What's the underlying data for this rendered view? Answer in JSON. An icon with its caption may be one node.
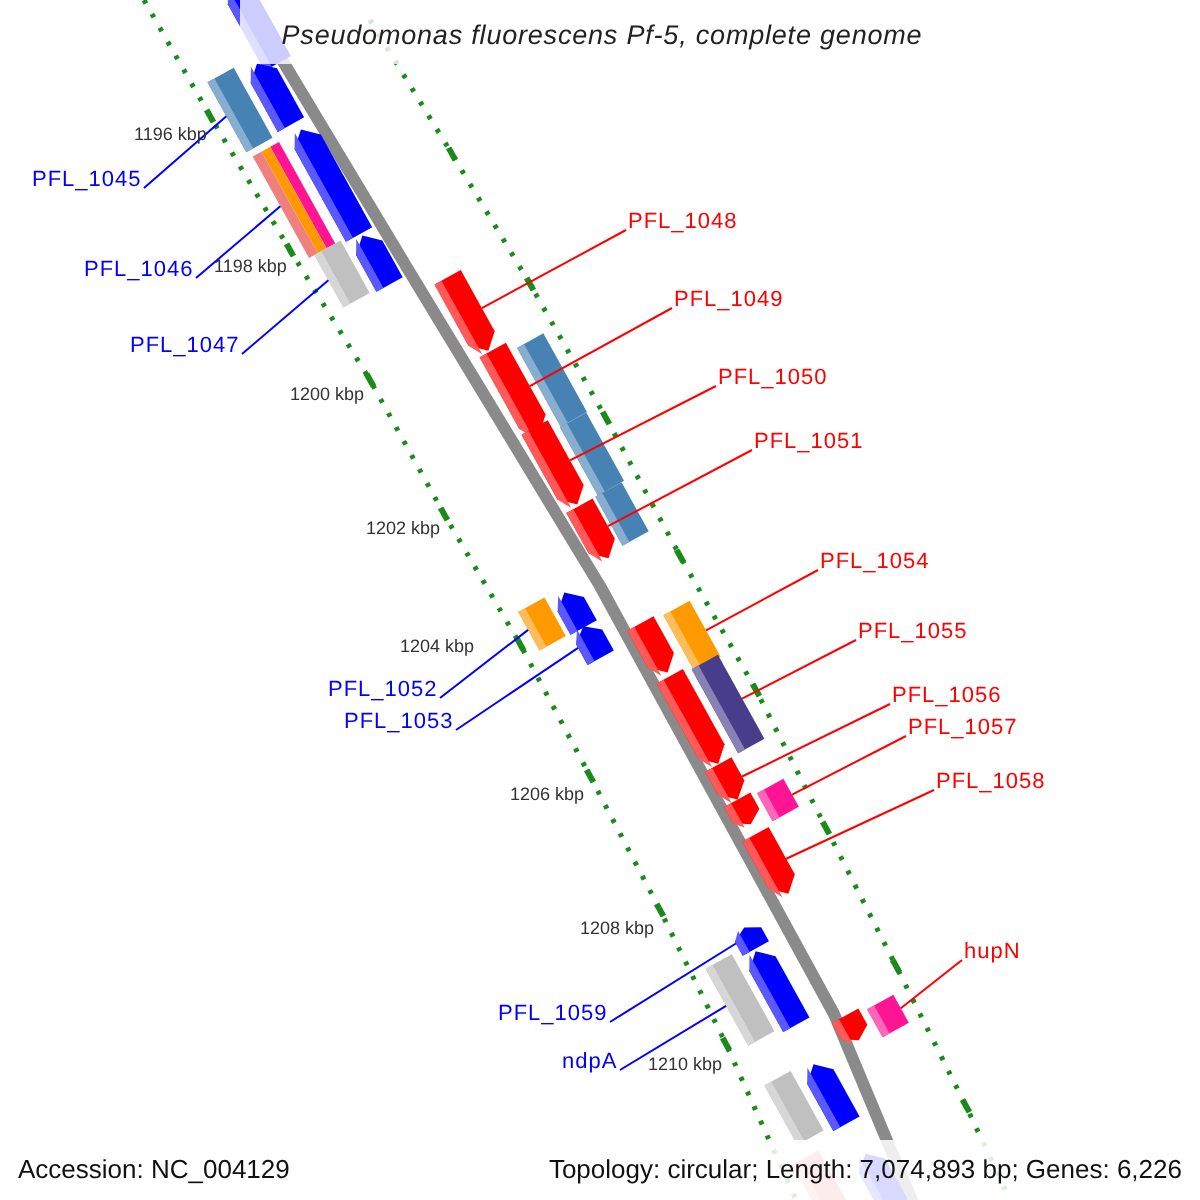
{
  "diagram": {
    "title": "Pseudomonas fluorescens Pf-5, complete genome",
    "nodes": [
      {
        "text": [
          "PFL_1045"
        ]
      },
      {
        "text": [
          "PFL_1048"
        ]
      },
      {
        "text": [
          "PFL_1046"
        ]
      },
      {
        "text": [
          "PFL_1049"
        ]
      },
      {
        "text": [
          "PFL_1047"
        ]
      },
      {
        "text": [
          "PFL_1050"
        ]
      },
      {
        "text": [
          "PFL_1051"
        ]
      },
      {
        "text": [
          "PFL_1054"
        ]
      },
      {
        "text": [
          "PFL_1055"
        ]
      },
      {
        "text": [
          "PFL_1052"
        ]
      },
      {
        "text": [
          "PFL_1056"
        ]
      },
      {
        "text": [
          "PFL_1053"
        ]
      },
      {
        "text": [
          "PFL_1057"
        ]
      },
      {
        "text": [
          "PFL_1058"
        ]
      },
      {
        "text": [
          "hupN"
        ]
      },
      {
        "text": [
          "PFL_1059"
        ]
      },
      {
        "text": [
          "ndpA"
        ]
      },
      {
        "text": [],
        "shape": "box"
      },
      {
        "text": [],
        "shape": "arrow"
      },
      {
        "text": [],
        "shape": "box"
      },
      {
        "text": [],
        "shape": "arrow"
      },
      {
        "text": [],
        "shape": "box"
      },
      {
        "text": [],
        "shape": "arrow"
      },
      {
        "text": [],
        "shape": "arrow"
      },
      {
        "text": [],
        "shape": "box"
      },
      {
        "text": [],
        "shape": "box"
      },
      {
        "text": [],
        "shape": "box"
      },
      {
        "text": [],
        "shape": "arrow"
      },
      {
        "text": [],
        "shape": "arrow"
      },
      {
        "text": [],
        "shape": "box"
      },
      {
        "text": [],
        "shape": "arrow"
      },
      {
        "text": [],
        "shape": "box"
      },
      {
        "text": [],
        "shape": "arrow"
      },
      {
        "text": [],
        "shape": "box"
      },
      {
        "text": [],
        "shape": "arrow"
      },
      {
        "text": [],
        "shape": "arrow"
      },
      {
        "text": [],
        "shape": "arrow"
      },
      {
        "text": [],
        "shape": "arrow"
      },
      {
        "text": [],
        "shape": "box"
      },
      {
        "text": [],
        "shape": "box"
      },
      {
        "text": [],
        "shape": "box"
      },
      {
        "text": [],
        "shape": "arrow"
      },
      {
        "text": [],
        "shape": "arrow"
      },
      {
        "text": [],
        "shape": "arrow"
      },
      {
        "text": [],
        "shape": "arrow"
      },
      {
        "text": [],
        "shape": "arrow"
      },
      {
        "text": [],
        "shape": "arrow"
      },
      {
        "text": [],
        "shape": "box"
      },
      {
        "text": [],
        "shape": "arrow"
      },
      {
        "text": [],
        "shape": "box"
      },
      {
        "text": [],
        "shape": "arrow"
      }
    ],
    "edges": [
      {
        "from": 0,
        "to": 17,
        "arrow": "none",
        "color": "#0000ff"
      },
      {
        "from": 1,
        "to": 18,
        "arrow": "none"
      },
      {
        "from": 2,
        "to": 19,
        "arrow": "none",
        "color": "#0000ff"
      },
      {
        "from": 3,
        "to": 20,
        "arrow": "none"
      },
      {
        "from": 4,
        "to": 21,
        "arrow": "none",
        "color": "#0000ff"
      },
      {
        "from": 5,
        "to": 22,
        "arrow": "none"
      },
      {
        "from": 6,
        "to": 23,
        "arrow": "none"
      },
      {
        "from": 7,
        "to": 24,
        "arrow": "none"
      },
      {
        "from": 8,
        "to": 25,
        "arrow": "none"
      },
      {
        "from": 9,
        "to": 26,
        "arrow": "none",
        "color": "#0000ff"
      },
      {
        "from": 10,
        "to": 27,
        "arrow": "none"
      },
      {
        "from": 11,
        "to": 28,
        "arrow": "none",
        "color": "#0000ff"
      },
      {
        "from": 12,
        "to": 29,
        "arrow": "none"
      },
      {
        "from": 13,
        "to": 30,
        "arrow": "none"
      },
      {
        "from": 14,
        "to": 31,
        "arrow": "none"
      },
      {
        "from": 15,
        "to": 32,
        "arrow": "none",
        "color": "#0000ff"
      },
      {
        "from": 16,
        "to": 33,
        "arrow": "none",
        "color": "#0000ff"
      }
    ],
    "labels": [
      "1196 kbp",
      "1198 kbp",
      "1200 kbp",
      "1202 kbp",
      "1204 kbp",
      "1206 kbp",
      "1208 kbp",
      "1210 kbp",
      "Accession: NC_004129",
      "Topology: circular; Length: 7,074,893 bp; Genes: 6,226"
    ]
  }
}
